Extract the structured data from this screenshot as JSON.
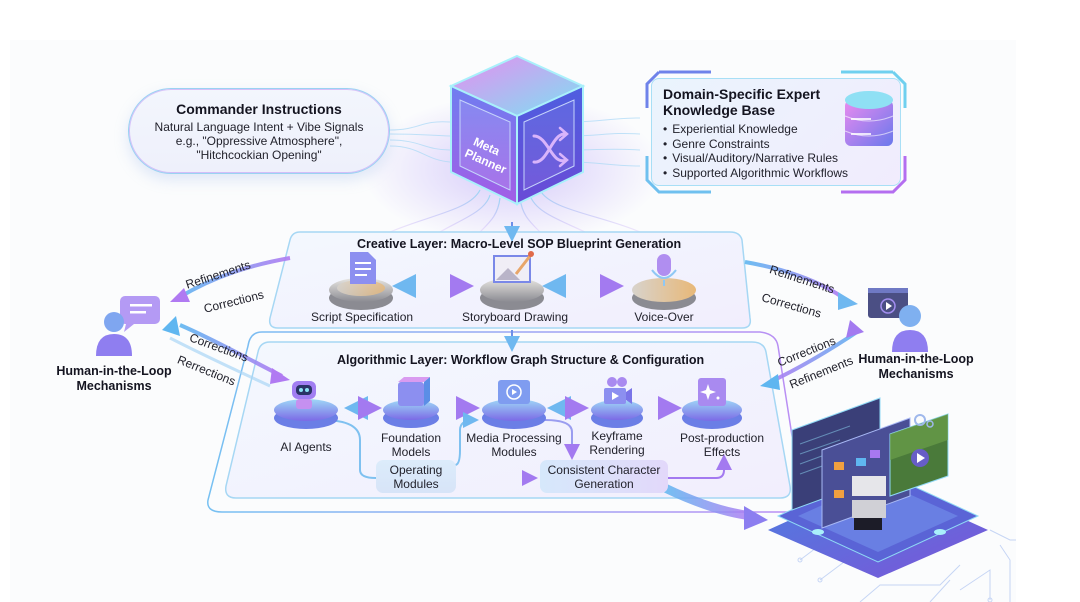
{
  "commander": {
    "title": "Commander Instructions",
    "lines": [
      "Natural Language Intent + Vibe Signals",
      "e.g., \"Oppressive Atmosphere\",",
      "\"Hitchcockian Opening\""
    ]
  },
  "meta_planner": {
    "label_line1": "Meta",
    "label_line2": "Planner",
    "side_icon": "shuffle-icon"
  },
  "knowledge_base": {
    "title_line1": "Domain-Specific Expert",
    "title_line2": "Knowledge Base",
    "items": [
      "Experiential Knowledge",
      "Genre Constraints",
      "Visual/Auditory/Narrative Rules",
      "Supported Algorithmic Workflows"
    ],
    "icon": "database-icon"
  },
  "creative_layer": {
    "title": "Creative Layer: Macro-Level SOP Blueprint Generation",
    "nodes": [
      {
        "label": "Script Specification",
        "icon": "document-icon"
      },
      {
        "label": "Storyboard Drawing",
        "icon": "drawing-board-icon"
      },
      {
        "label": "Voice-Over",
        "icon": "microphone-icon"
      }
    ]
  },
  "algorithmic_layer": {
    "title": "Algorithmic Layer: Workflow Graph Structure & Configuration",
    "nodes": [
      {
        "label_line1": "AI Agents",
        "label_line2": "",
        "icon": "robot-icon"
      },
      {
        "label_line1": "Foundation",
        "label_line2": "Models",
        "icon": "cube-icon"
      },
      {
        "label_line1": "Media Processing",
        "label_line2": "Modules",
        "icon": "media-folder-icon"
      },
      {
        "label_line1": "Keyframe",
        "label_line2": "Rendering",
        "icon": "video-camera-icon"
      },
      {
        "label_line1": "Post-production",
        "label_line2": "Effects",
        "icon": "sparkle-icon"
      }
    ],
    "boxes": [
      {
        "label_line1": "Operating",
        "label_line2": "Modules"
      },
      {
        "label_line1": "Consistent Character",
        "label_line2": "Generation"
      }
    ]
  },
  "hitl_left": {
    "label_line1": "Human-in-the-Loop",
    "label_line2": "Mechanisms",
    "icon": "person-chat-icon",
    "arrows": [
      "Refinements",
      "Corrections",
      "Corrections",
      "Rerrections"
    ]
  },
  "hitl_right": {
    "label_line1": "Human-in-the-Loop",
    "label_line2": "Mechanisms",
    "icon": "person-video-icon",
    "arrows": [
      "Refinements",
      "Corrections",
      "Corrections",
      "Refinements"
    ]
  },
  "output_platform": {
    "icon": "output-platform-icon"
  },
  "colors": {
    "blue": "#5fb6f0",
    "purple": "#a879f0",
    "cyan": "#7fd7f2",
    "violet": "#6d5fd8",
    "text": "#141420"
  }
}
